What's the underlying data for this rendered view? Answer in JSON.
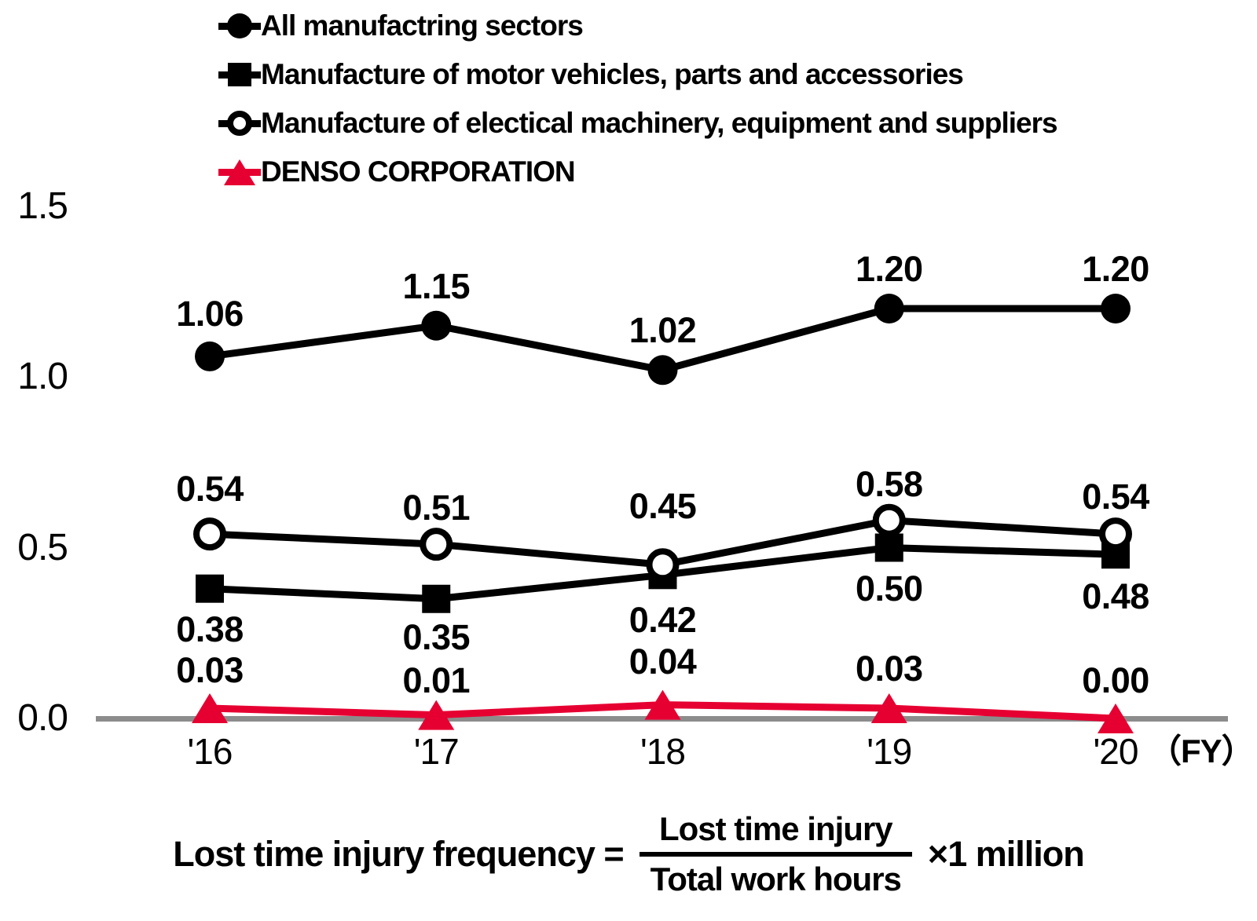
{
  "legend": {
    "items": [
      {
        "label": "All manufactring sectors",
        "marker": "circle-filled",
        "color": "#000000"
      },
      {
        "label": "Manufacture of motor vehicles, parts and accessories",
        "marker": "square-filled",
        "color": "#000000"
      },
      {
        "label": "Manufacture of electical machinery, equipment and suppliers",
        "marker": "circle-open",
        "color": "#000000"
      },
      {
        "label": "DENSO CORPORATION",
        "marker": "triangle-filled",
        "color": "#e60032"
      }
    ]
  },
  "axis": {
    "fy_suffix": "（FY）",
    "line_color": "#8c8c8c"
  },
  "chart_data": {
    "type": "line",
    "categories": [
      "'16",
      "'17",
      "'18",
      "'19",
      "'20"
    ],
    "x_axis_suffix": "（FY）",
    "ylim": [
      0,
      1.5
    ],
    "grid": "off",
    "legend_position": "top-left",
    "yticks": [
      {
        "value": 1.5,
        "label": "1.5"
      },
      {
        "value": 1.0,
        "label": "1.0"
      },
      {
        "value": 0.5,
        "label": "0.5"
      },
      {
        "value": 0.0,
        "label": "0.0"
      }
    ],
    "series": [
      {
        "name": "All manufactring sectors",
        "marker": "circle-filled",
        "color": "#000000",
        "values": [
          1.06,
          1.15,
          1.02,
          1.2,
          1.2
        ],
        "labels": [
          "1.06",
          "1.15",
          "1.02",
          "1.20",
          "1.20"
        ],
        "label_side": "above",
        "label_dy": [
          -54,
          -50,
          -50,
          -50,
          -50
        ]
      },
      {
        "name": "Manufacture of motor vehicles, parts and accessories",
        "marker": "square-filled",
        "color": "#000000",
        "values": [
          0.38,
          0.35,
          0.42,
          0.5,
          0.48
        ],
        "labels": [
          "0.38",
          "0.35",
          "0.42",
          "0.50",
          "0.48"
        ],
        "label_side": "below",
        "label_dy": [
          52,
          49,
          58,
          52,
          54
        ]
      },
      {
        "name": "Manufacture of electical machinery, equipment and suppliers",
        "marker": "circle-open",
        "color": "#000000",
        "values": [
          0.54,
          0.51,
          0.45,
          0.58,
          0.54
        ],
        "labels": [
          "0.54",
          "0.51",
          "0.45",
          "0.58",
          "0.54"
        ],
        "label_side": "above",
        "label_dy": [
          -57,
          -46,
          -74,
          -46,
          -47
        ]
      },
      {
        "name": "DENSO CORPORATION",
        "marker": "triangle-filled",
        "color": "#e60032",
        "values": [
          0.03,
          0.01,
          0.04,
          0.03,
          0.0
        ],
        "labels": [
          "0.03",
          "0.01",
          "0.04",
          "0.03",
          "0.00"
        ],
        "label_side": "above",
        "label_dy": [
          -48,
          -44,
          -55,
          -50,
          -48
        ]
      }
    ]
  },
  "formula": {
    "lhs": "Lost time injury frequency =",
    "numerator": "Lost time injury",
    "denominator": "Total work hours",
    "rhs": "×1 million"
  }
}
